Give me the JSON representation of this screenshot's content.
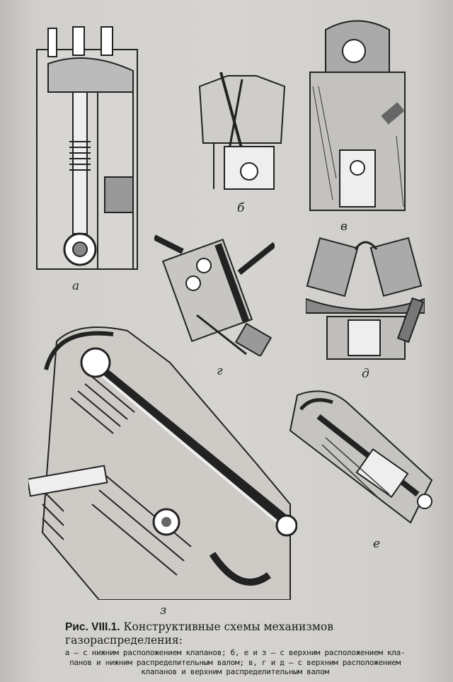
{
  "labels": {
    "a": "а",
    "b": "б",
    "v": "в",
    "g": "г",
    "d": "д",
    "e": "е",
    "z": "з"
  },
  "caption": {
    "prefix": "Рис. VIII.1.",
    "title": "Конструктивные схемы механизмов газораспределения:",
    "line1": "а — с нижним расположением клапанов; б, е и з — с верхним расположением кла-",
    "line2": "панов и нижним распределительным валом; в, г и д — с верхним расположением",
    "line3": "клапанов и верхним распределительным валом"
  }
}
